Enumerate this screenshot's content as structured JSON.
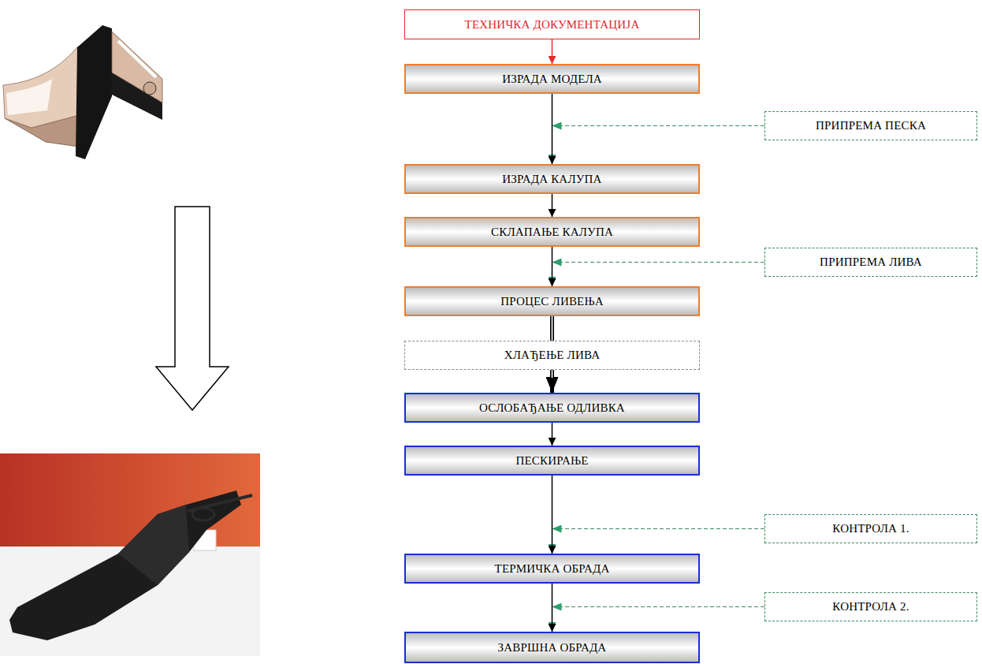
{
  "diagram": {
    "nodes": [
      {
        "text": [
          "ТЕХНИЧКА ДОКУМЕНТАЦИЈА"
        ]
      },
      {
        "text": [
          "ИЗРАДА МОДЕЛА"
        ]
      },
      {
        "text": [
          "ПРИПРЕМА ПЕСКА"
        ]
      },
      {
        "text": [
          "ИЗРАДА КАЛУПА"
        ]
      },
      {
        "text": [
          "СКЛАПАЊЕ КАЛУПА"
        ]
      },
      {
        "text": [
          "ПРИПРЕМА ЛИВА"
        ]
      },
      {
        "text": [
          "ПРОЦЕС ЛИВЕЊА"
        ]
      },
      {
        "text": [
          "ХЛАЂЕЊЕ ЛИВА"
        ]
      },
      {
        "text": [
          "ОСЛОБАЂАЊЕ ОДЛИВКА"
        ]
      },
      {
        "text": [
          "ПЕСКИРАЊЕ"
        ]
      },
      {
        "text": [
          "КОНТРОЛА 1."
        ]
      },
      {
        "text": [
          "ТЕРМИЧКА ОБРАДА"
        ]
      },
      {
        "text": [
          "КОНТРОЛА 2."
        ]
      },
      {
        "text": [
          "ЗАВРШНА ОБРАДА"
        ]
      }
    ],
    "edges": [
      {
        "from": 0,
        "to": 1,
        "arrow": "to"
      },
      {
        "from": 1,
        "to": 3,
        "arrow": "to"
      },
      {
        "from": 2,
        "to": 3,
        "arrow": "to"
      },
      {
        "from": 3,
        "to": 4,
        "arrow": "to"
      },
      {
        "from": 4,
        "to": 6,
        "arrow": "to"
      },
      {
        "from": 5,
        "to": 6,
        "arrow": "to"
      },
      {
        "from": 6,
        "to": 7,
        "arrow": "none"
      },
      {
        "from": 7,
        "to": 8,
        "arrow": "to"
      },
      {
        "from": 8,
        "to": 9,
        "arrow": "to"
      },
      {
        "from": 9,
        "to": 11,
        "arrow": "to"
      },
      {
        "from": 10,
        "to": 11,
        "arrow": "to"
      },
      {
        "from": 11,
        "to": 13,
        "arrow": "to"
      },
      {
        "from": 12,
        "to": 13,
        "arrow": "to"
      }
    ]
  }
}
